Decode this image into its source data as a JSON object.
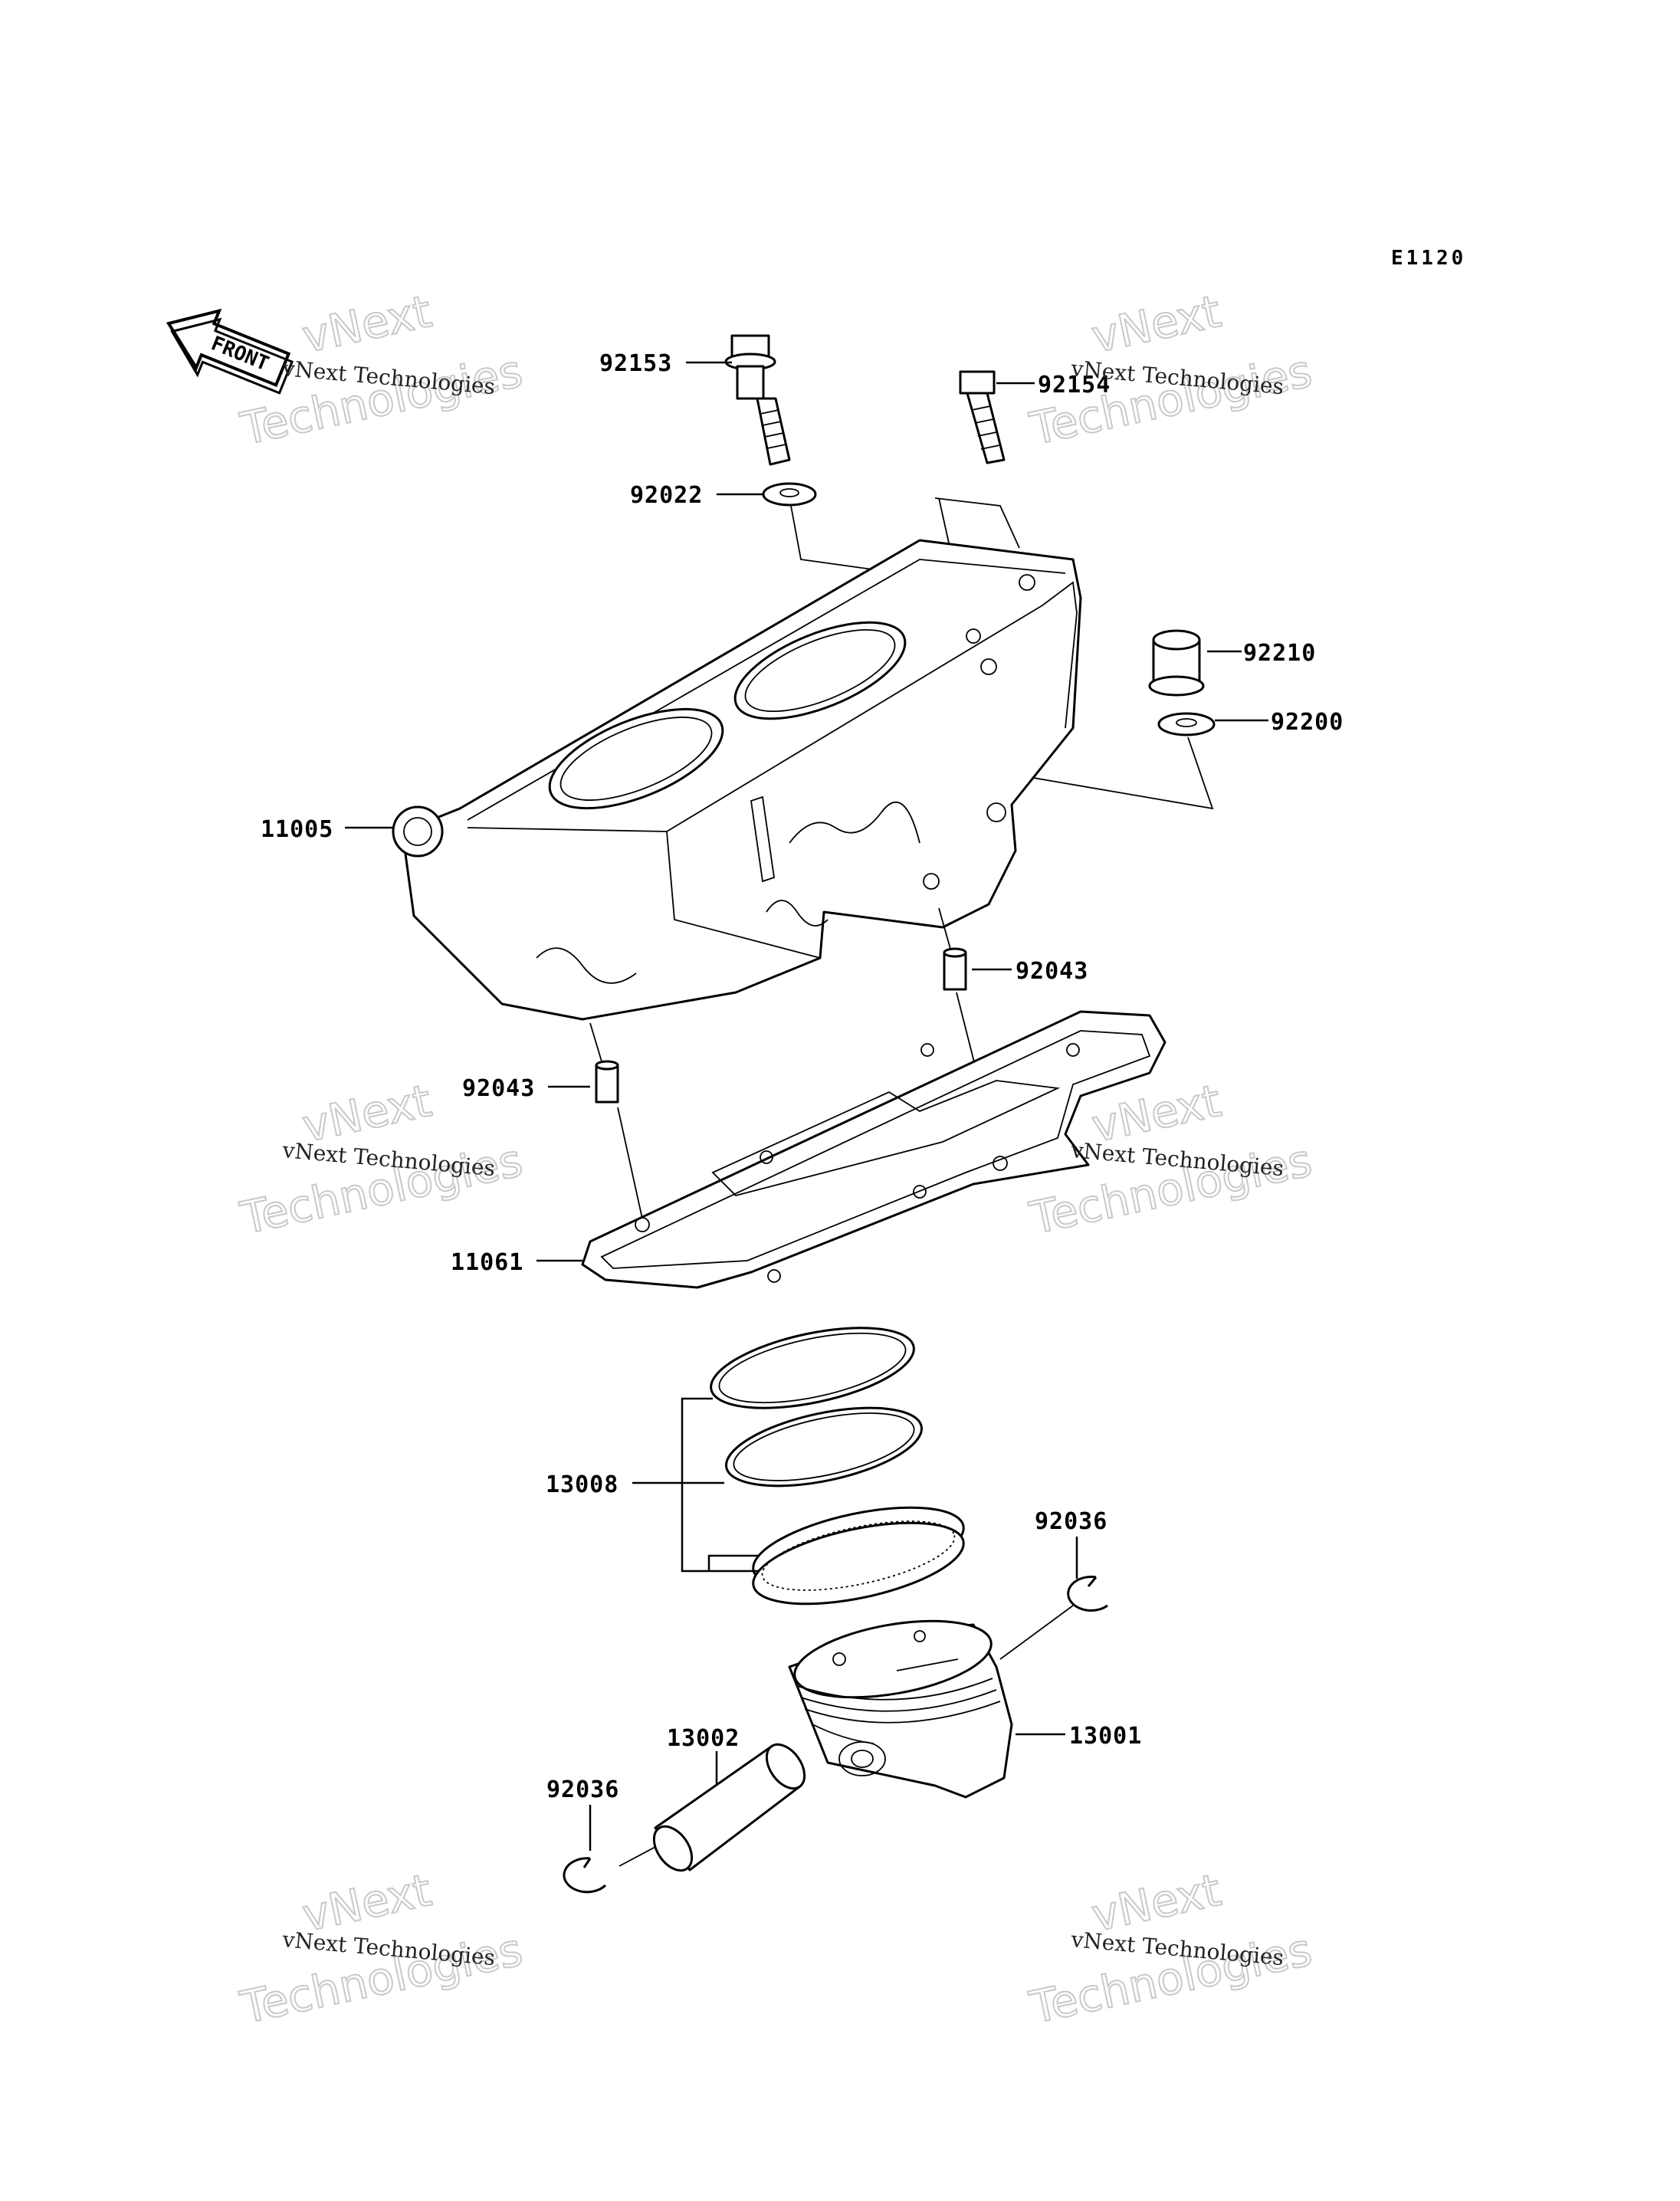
{
  "diagram_code": "E1120",
  "front_indicator": "FRONT",
  "watermark": {
    "line1": "vNext Technologies",
    "big_top": "vNext",
    "big_bottom": "Technologies"
  },
  "labels": {
    "p92153": "92153",
    "p92154": "92154",
    "p92022": "92022",
    "p92210": "92210",
    "p92200": "92200",
    "p11005": "11005",
    "p92043_right": "92043",
    "p92043_left": "92043",
    "p11061": "11061",
    "p13008": "13008",
    "p92036_right": "92036",
    "p13001": "13001",
    "p13002": "13002",
    "p92036_left": "92036"
  }
}
